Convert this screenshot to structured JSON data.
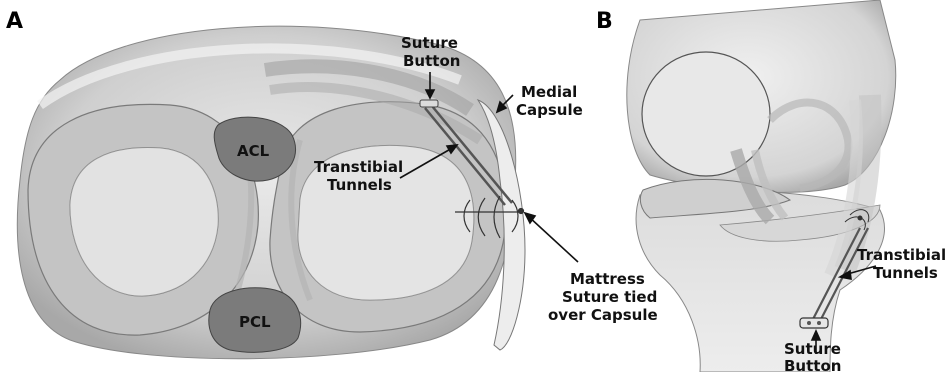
{
  "panel_a": {
    "letter": "A",
    "labels": {
      "acl": "ACL",
      "pcl": "PCL",
      "suture_button_1": "Suture",
      "suture_button_2": "Button",
      "medial_capsule_1": "Medial",
      "medial_capsule_2": "Capsule",
      "transtibial_1": "Transtibial",
      "transtibial_2": "Tunnels",
      "mattress_1": "Mattress",
      "mattress_2": "Suture tied",
      "mattress_3": "over Capsule"
    }
  },
  "panel_b": {
    "letter": "B",
    "labels": {
      "transtibial_1": "Transtibial",
      "transtibial_2": "Tunnels",
      "suture_button_1": "Suture",
      "suture_button_2": "Button"
    }
  },
  "colors": {
    "tissue_light": "#e6e6e6",
    "tissue_mid": "#c9c9c9",
    "tissue_dark": "#9a9a9a",
    "ligament": "#6f6f6f",
    "outline": "#555555"
  }
}
